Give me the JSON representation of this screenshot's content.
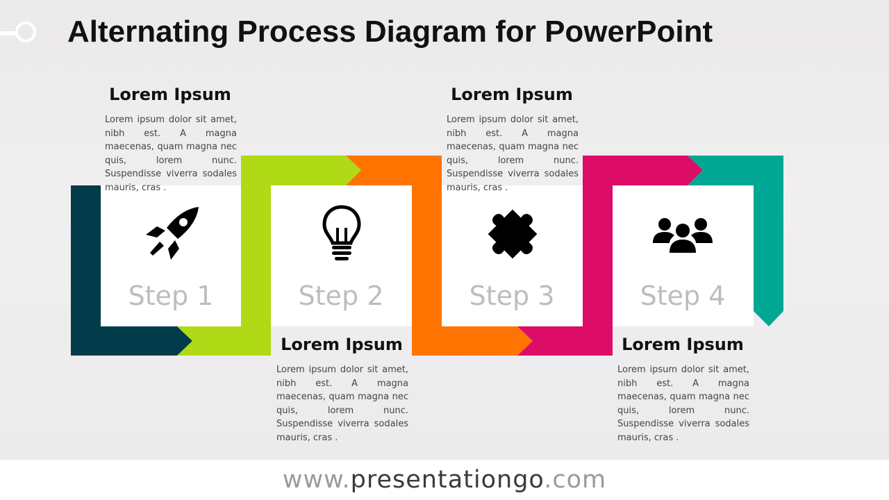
{
  "title": "Alternating Process Diagram for PowerPoint",
  "steps": [
    {
      "label": "Step 1",
      "icon": "rocket-icon",
      "color": "#023b4a",
      "heading": "Lorem Ipsum",
      "text": "Lorem ipsum dolor sit amet, nibh est. A magna maecenas, quam magna nec quis, lorem nunc. Suspendisse viverra sodales mauris, cras ."
    },
    {
      "label": "Step 2",
      "icon": "lightbulb-icon",
      "color": "#b0d916",
      "heading": "Lorem Ipsum",
      "text": "Lorem ipsum dolor sit amet, nibh est. A magna maecenas, quam magna nec quis, lorem nunc. Suspendisse viverra sodales mauris, cras ."
    },
    {
      "label": "Step 3",
      "icon": "puzzle-icon",
      "color": "#ff7400",
      "heading": "Lorem Ipsum",
      "text": "Lorem ipsum dolor sit amet, nibh est. A magna maecenas, quam magna nec quis, lorem nunc. Suspendisse viverra sodales mauris, cras ."
    },
    {
      "label": "Step 4",
      "icon": "people-group-icon",
      "color": "#dc0c67",
      "heading": "Lorem Ipsum",
      "text": "Lorem ipsum dolor sit amet, nibh est. A magna maecenas, quam magna nec quis, lorem nunc. Suspendisse viverra sodales mauris, cras ."
    }
  ],
  "end_arrow_color": "#00a793",
  "footer": {
    "prefix": "www.",
    "brand": "presentationgo",
    "suffix": ".com"
  }
}
